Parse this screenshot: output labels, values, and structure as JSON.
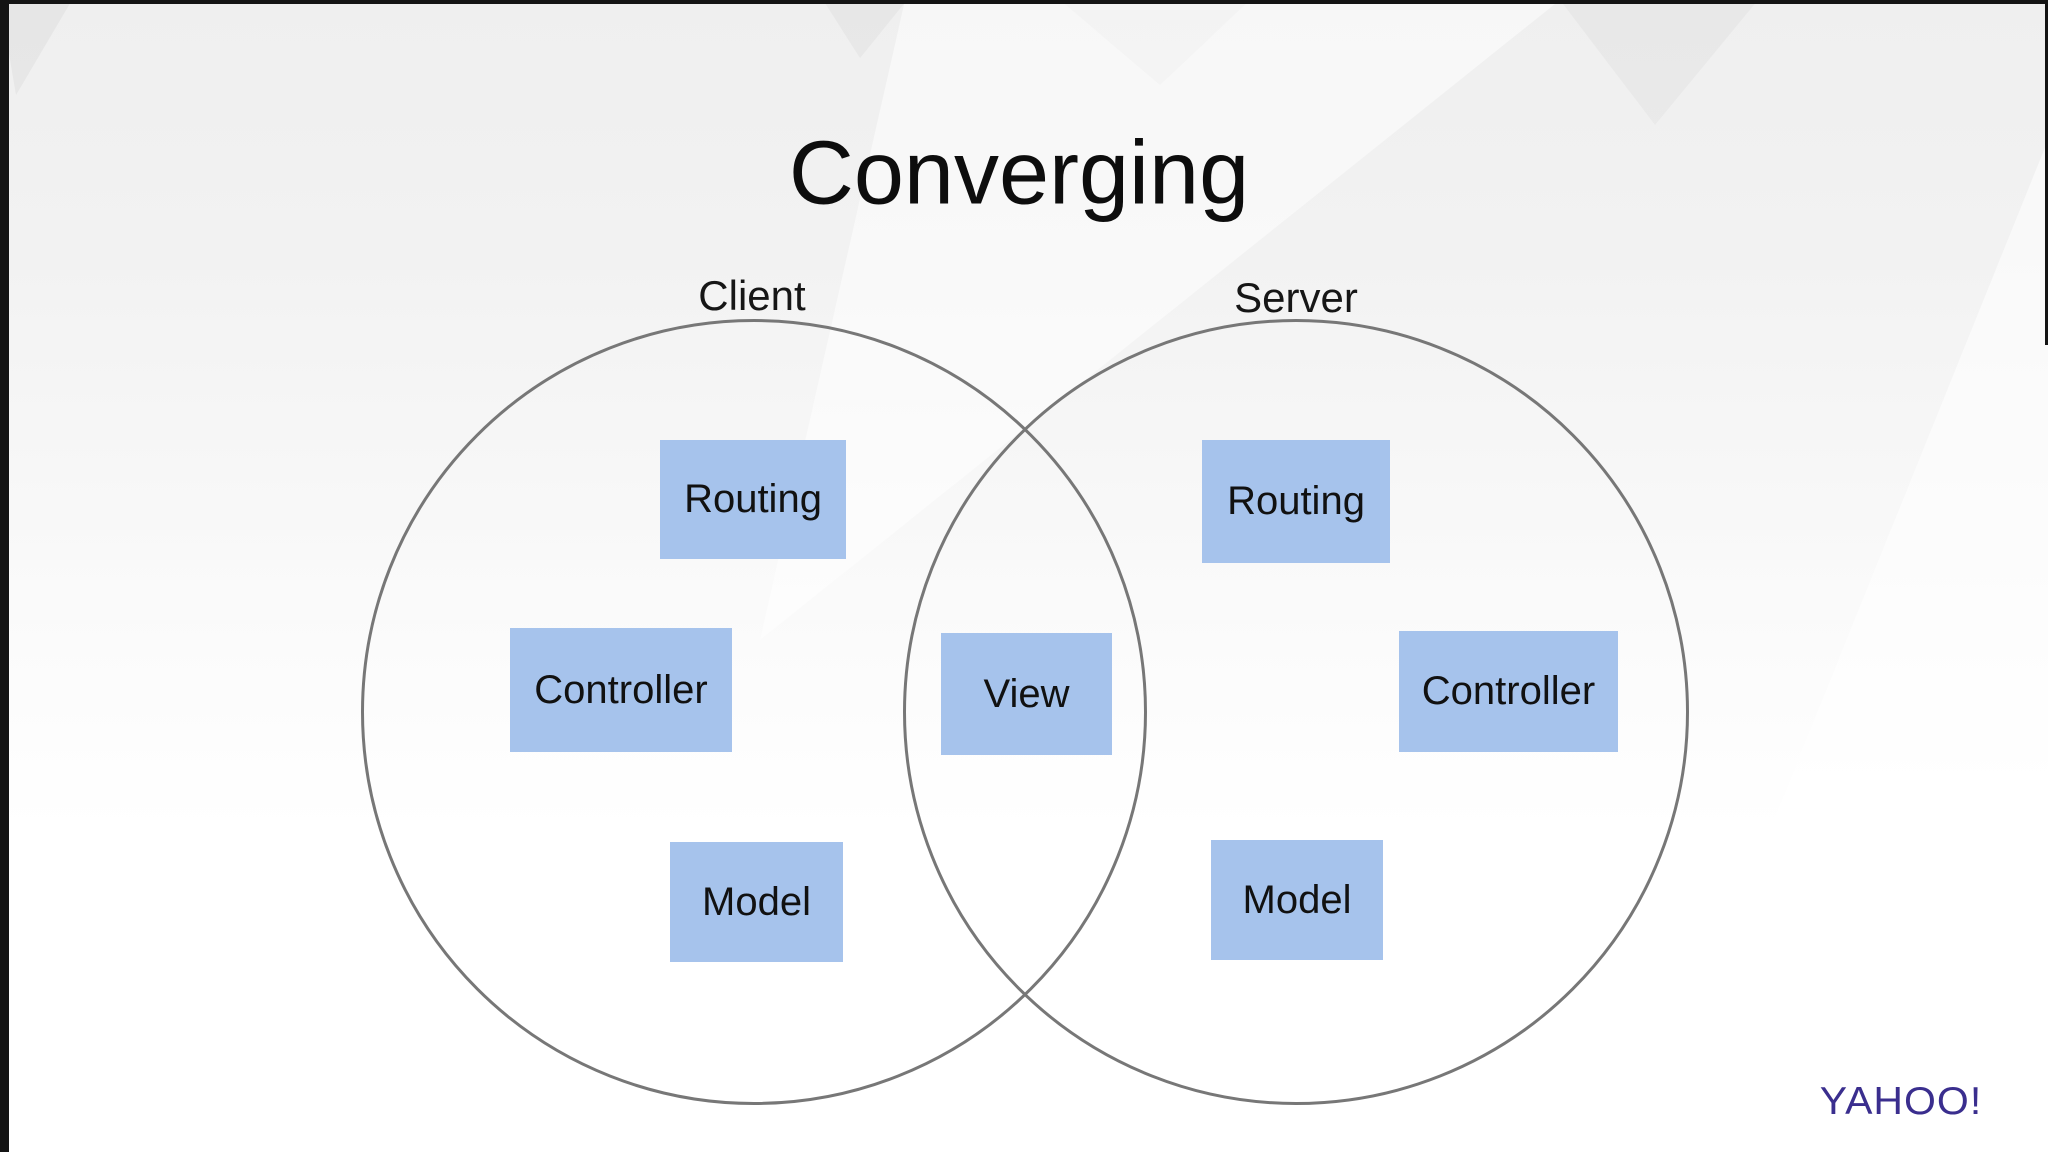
{
  "slide": {
    "title": "Converging",
    "footer_logo": "YAHOO!"
  },
  "diagram": {
    "type": "venn",
    "left_set": {
      "label": "Client",
      "items": {
        "routing": "Routing",
        "controller": "Controller",
        "model": "Model"
      }
    },
    "right_set": {
      "label": "Server",
      "items": {
        "routing": "Routing",
        "controller": "Controller",
        "model": "Model"
      }
    },
    "intersection": {
      "view": "View"
    }
  },
  "colors": {
    "box_fill": "#a6c3ec",
    "box_text": "#111111",
    "circle_stroke": "#777777",
    "title_text": "#0d0d0d",
    "yahoo_purple": "#3a2e8e",
    "edge_bar": "#141414"
  }
}
